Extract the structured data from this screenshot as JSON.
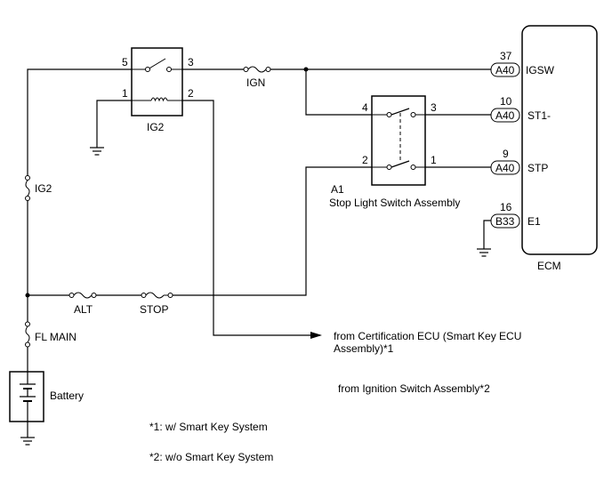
{
  "ig2_relay": {
    "label": "IG2",
    "pin5": "5",
    "pin3": "3",
    "pin1": "1",
    "pin2": "2"
  },
  "fuses": {
    "ign": "IGN",
    "ig2": "IG2",
    "alt": "ALT",
    "stop": "STOP",
    "fl_main": "FL MAIN"
  },
  "stop_switch": {
    "ref": "A1",
    "name": "Stop Light Switch Assembly",
    "pin4": "4",
    "pin3": "3",
    "pin2": "2",
    "pin1": "1"
  },
  "ecm": {
    "label": "ECM",
    "pins": [
      {
        "number": "37",
        "connector": "A40",
        "signal": "IGSW"
      },
      {
        "number": "10",
        "connector": "A40",
        "signal": "ST1-"
      },
      {
        "number": "9",
        "connector": "A40",
        "signal": "STP"
      },
      {
        "number": "16",
        "connector": "B33",
        "signal": "E1"
      }
    ]
  },
  "battery": {
    "label": "Battery"
  },
  "inputs": {
    "cert_line1": "from Certification ECU (Smart Key ECU",
    "cert_line2": "Assembly)*1",
    "ign_switch": "from Ignition Switch Assembly*2"
  },
  "notes": {
    "note1": "*1: w/ Smart Key System",
    "note2": "*2: w/o Smart Key System"
  }
}
